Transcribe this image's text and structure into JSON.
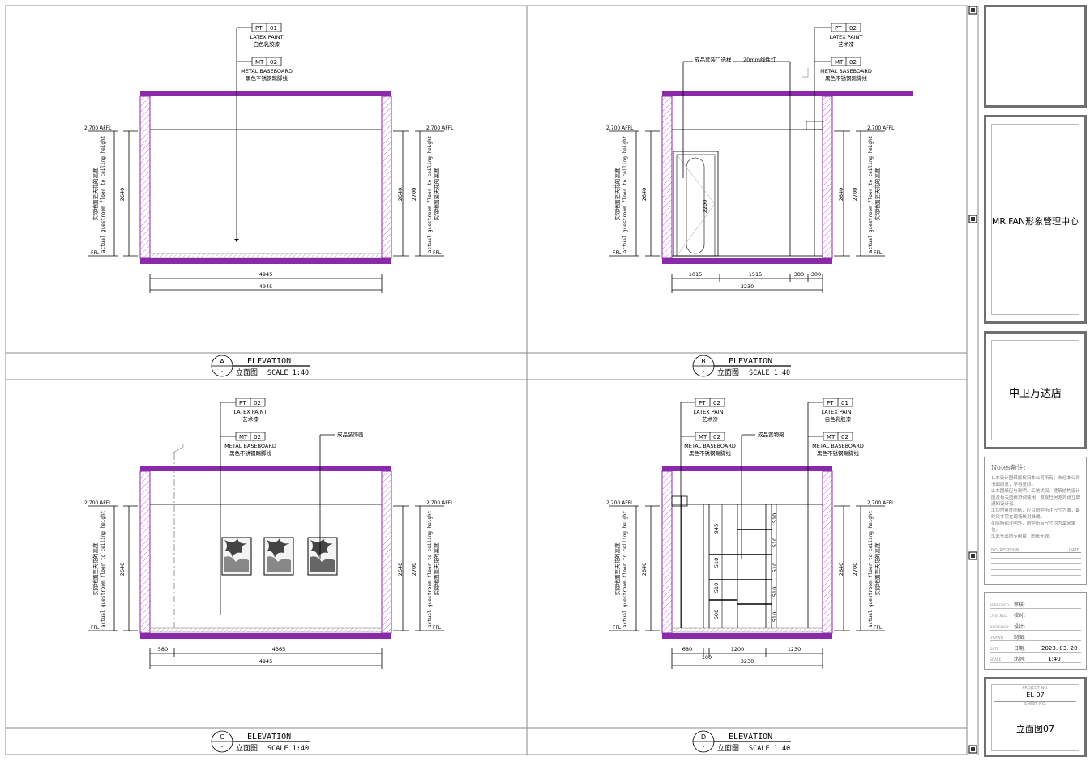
{
  "panels": [
    {
      "letter": "A",
      "sub": "-",
      "title": "ELEVATION",
      "caption_cn": "立面图",
      "scale": "SCALE 1:40"
    },
    {
      "letter": "B",
      "sub": "-",
      "title": "ELEVATION",
      "caption_cn": "立面图",
      "scale": "SCALE 1:40"
    },
    {
      "letter": "C",
      "sub": "-",
      "title": "ELEVATION",
      "caption_cn": "立面图",
      "scale": "SCALE 1:40"
    },
    {
      "letter": "D",
      "sub": "-",
      "title": "ELEVATION",
      "caption_cn": "立面图",
      "scale": "SCALE 1:40"
    }
  ],
  "tags": {
    "pt01": {
      "code": "PT",
      "num": "01",
      "en": "LATEX PAINT",
      "cn": "白色乳胶漆"
    },
    "pt02": {
      "code": "PT",
      "num": "02",
      "en": "LATEX PAINT",
      "cn": "艺术漆"
    },
    "mt02": {
      "code": "MT",
      "num": "02",
      "en": "METAL BASEBOARD",
      "cn": "黑色不锈钢踢脚线"
    }
  },
  "notes_text": {
    "door": "成品套装门选样",
    "light": "20mm线性灯",
    "deco": "成品装饰画",
    "shelf": "成品置物架"
  },
  "level": {
    "top": "2,700 AFFL",
    "ffl": "FFL"
  },
  "vert_text": {
    "cn": "实际地面至天花的高度",
    "en": "actual guestroom floor to ceiling height"
  },
  "dims": {
    "h_2640": "2640",
    "h_2700": "2700",
    "a_total": "4945",
    "a_total2": "4945",
    "b_1015": "1015",
    "b_1515": "1515",
    "b_380": "380",
    "b_300": "300",
    "b_total": "3230",
    "b_door": "2200",
    "c_580": "580",
    "c_4365": "4365",
    "c_total": "4945",
    "d_680": "680",
    "d_100": "100",
    "d_1200": "1200",
    "d_1230": "1230",
    "d_total": "3230",
    "d_945": "945",
    "d_510": "510",
    "d_600": "600"
  },
  "title_block": {
    "project": "MR.FAN形象管理中心",
    "store": "中卫万达店",
    "notes_title": "Notes备注:",
    "notes": [
      "1.本设计图纸版权归本公司所有，未经本公司书面同意，不得复印。",
      "2.本图纸应与说明、工地状况、建筑结构设计图及有关图纸协调使用，发现任何差异请立即通知设计者。",
      "3.切勿量度图纸，应以图中所注尺寸为准，最终尺寸需在现场核对准确。",
      "4.除特别注明外，图中所有尺寸均为毫米单位。",
      "5.未签出图专用章，图纸无效。"
    ],
    "revision_label": "NO. REVISION",
    "date_label": "DATE",
    "rows": [
      {
        "en": "APPROVED",
        "cn": "审核:",
        "val": ""
      },
      {
        "en": "CHECKED",
        "cn": "校对:",
        "val": ""
      },
      {
        "en": "DESIGNED",
        "cn": "设计:",
        "val": ""
      },
      {
        "en": "DRAWN",
        "cn": "制图:",
        "val": ""
      },
      {
        "en": "DATE",
        "cn": "日期:",
        "val": "2023. 03. 20"
      },
      {
        "en": "SCALE",
        "cn": "比例:",
        "val": "1:40"
      }
    ],
    "project_no_label": "PROJECT NO.",
    "sheet_code": "EL-07",
    "sheet_no_label": "SHEET NO.",
    "sheet_title": "立面图07"
  },
  "colors": {
    "wall": "#8b2aa8",
    "hatch": "#c86ad6",
    "frame": "#6f6f6f"
  }
}
